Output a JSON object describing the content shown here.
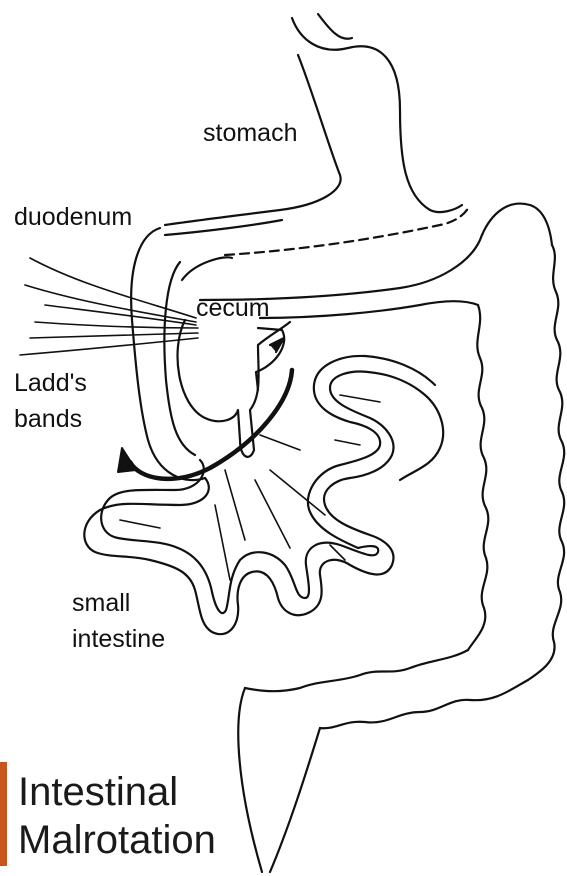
{
  "labels": {
    "stomach": "stomach",
    "duodenum": "duodenum",
    "cecum": "cecum",
    "ladds_line1": "Ladd's",
    "ladds_line2": "bands",
    "small_line1": "small",
    "small_line2": "intestine"
  },
  "title": {
    "line1": "Intestinal",
    "line2": "Malrotation"
  },
  "colors": {
    "ink": "#111111",
    "accent": "#c8551e",
    "background": "#ffffff"
  }
}
